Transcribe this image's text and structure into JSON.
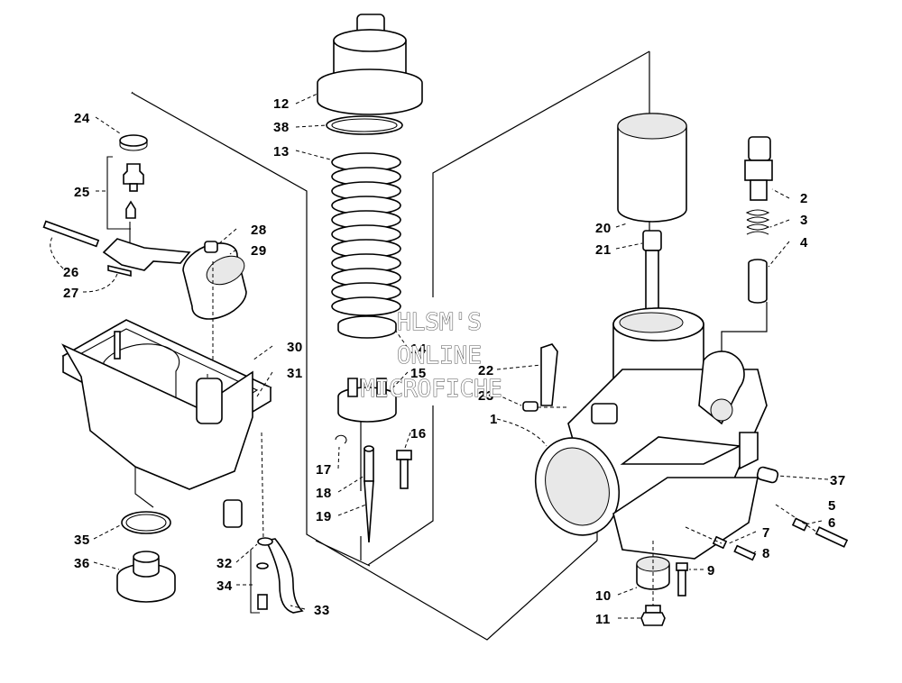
{
  "callouts": {
    "c1": "1",
    "c2": "2",
    "c3": "3",
    "c4": "4",
    "c5": "5",
    "c6": "6",
    "c7": "7",
    "c8": "8",
    "c9": "9",
    "c10": "10",
    "c11": "11",
    "c12": "12",
    "c13": "13",
    "c14": "14",
    "c15": "15",
    "c16": "16",
    "c17": "17",
    "c18": "18",
    "c19": "19",
    "c20": "20",
    "c21": "21",
    "c22": "22",
    "c23": "23",
    "c24": "24",
    "c25": "25",
    "c26": "26",
    "c27": "27",
    "c28": "28",
    "c29": "29",
    "c30": "30",
    "c31": "31",
    "c32": "32",
    "c33": "33",
    "c34": "34",
    "c35": "35",
    "c36": "36",
    "c37": "37",
    "c38": "38"
  },
  "watermark": {
    "line1": "HLSM'S",
    "line2": "ONLINE",
    "line3": "MICROFICHE"
  }
}
